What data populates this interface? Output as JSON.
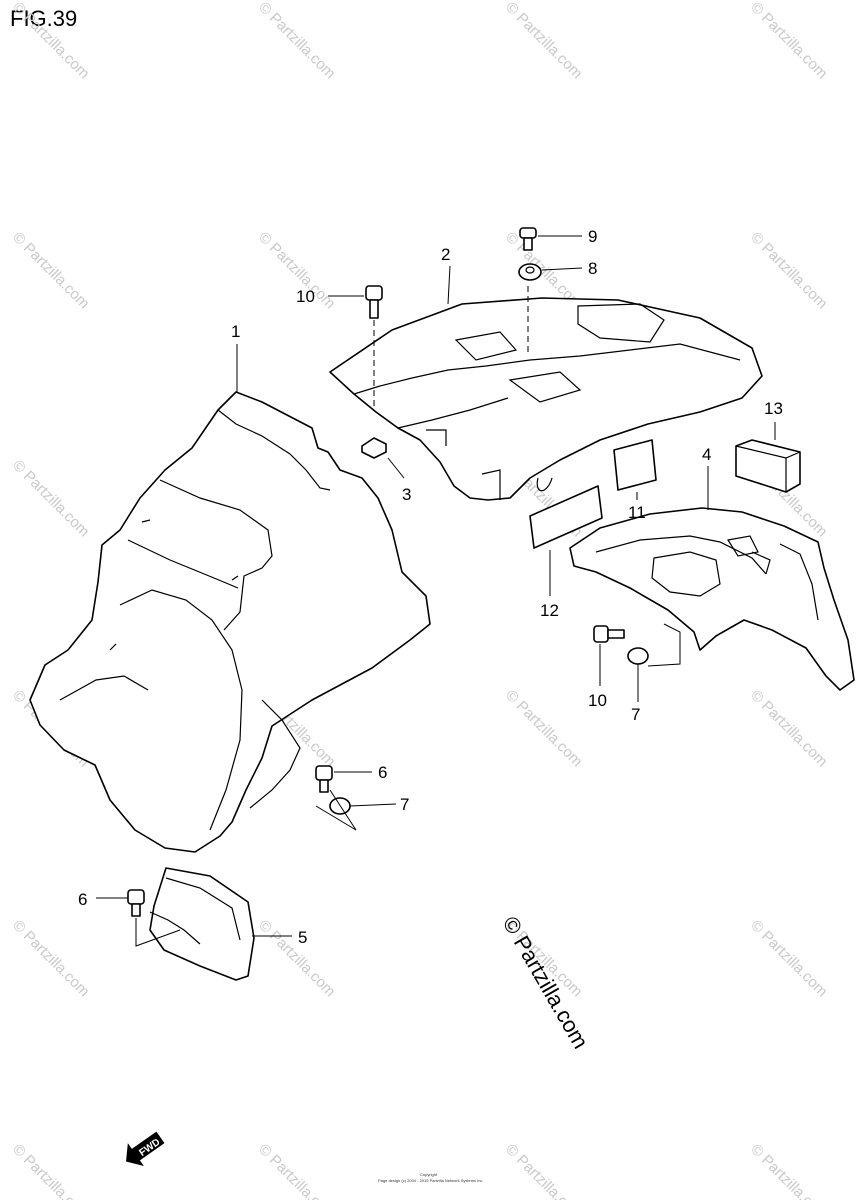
{
  "figure": {
    "title": "FIG.39"
  },
  "callouts": [
    {
      "id": "1",
      "label": "1"
    },
    {
      "id": "2",
      "label": "2"
    },
    {
      "id": "3",
      "label": "3"
    },
    {
      "id": "4",
      "label": "4"
    },
    {
      "id": "5",
      "label": "5"
    },
    {
      "id": "6a",
      "label": "6"
    },
    {
      "id": "6b",
      "label": "6"
    },
    {
      "id": "7a",
      "label": "7"
    },
    {
      "id": "7b",
      "label": "7"
    },
    {
      "id": "8",
      "label": "8"
    },
    {
      "id": "9",
      "label": "9"
    },
    {
      "id": "10a",
      "label": "10"
    },
    {
      "id": "10b",
      "label": "10"
    },
    {
      "id": "11",
      "label": "11"
    },
    {
      "id": "12",
      "label": "12"
    },
    {
      "id": "13",
      "label": "13"
    }
  ],
  "watermark": {
    "text": "© Partzilla.com",
    "large_text": "© Partzilla.com"
  },
  "fwd_badge": {
    "text": "FWD"
  },
  "copyright": {
    "line1": "Copyright",
    "line2": "Page design (c) 2004 - 2019 Partzilla Network Systems Inc"
  }
}
